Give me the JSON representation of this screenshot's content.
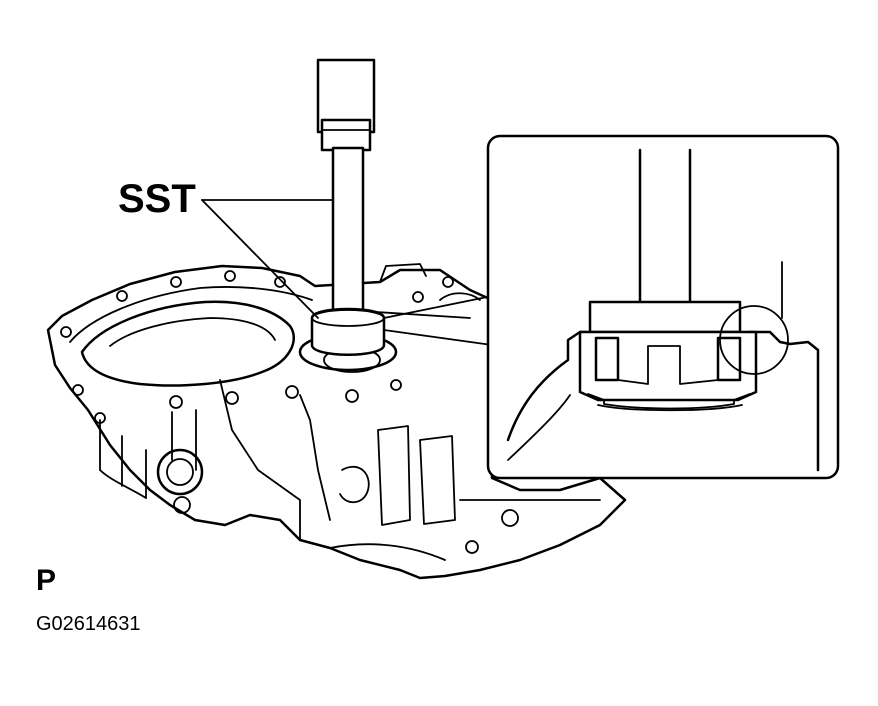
{
  "labels": {
    "tool": "SST",
    "view": "P",
    "figure_id": "G02614631"
  }
}
